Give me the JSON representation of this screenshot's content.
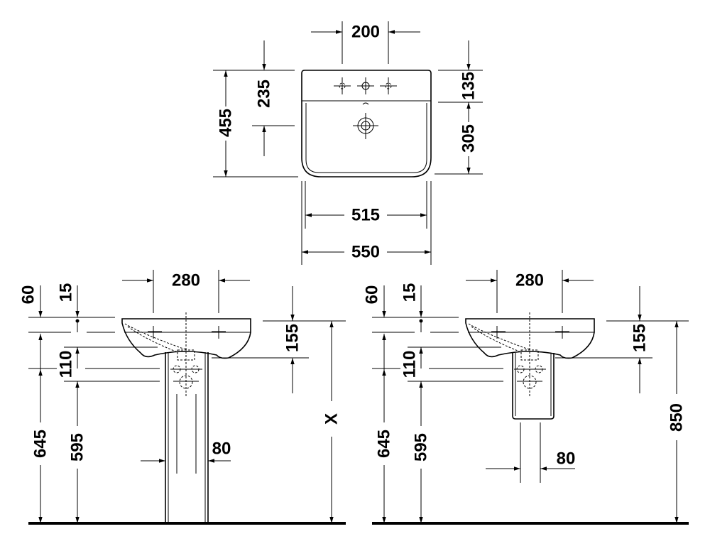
{
  "top_view": {
    "dim_tap_spacing": "200",
    "dim_total_depth": "455",
    "dim_drain_from_back": "235",
    "dim_deck_depth": "135",
    "dim_bowl_depth": "305",
    "dim_inner_width": "515",
    "dim_total_width": "550"
  },
  "pedestal_view": {
    "dim_tap_spacing": "280",
    "dim_60": "60",
    "dim_15": "15",
    "dim_110": "110",
    "dim_645": "645",
    "dim_595": "595",
    "dim_155": "155",
    "dim_height": "X",
    "dim_pedestal": "80"
  },
  "semi_pedestal_view": {
    "dim_tap_spacing": "280",
    "dim_60": "60",
    "dim_15": "15",
    "dim_110": "110",
    "dim_645": "645",
    "dim_595": "595",
    "dim_155": "155",
    "dim_height": "850",
    "dim_pedestal": "80"
  }
}
